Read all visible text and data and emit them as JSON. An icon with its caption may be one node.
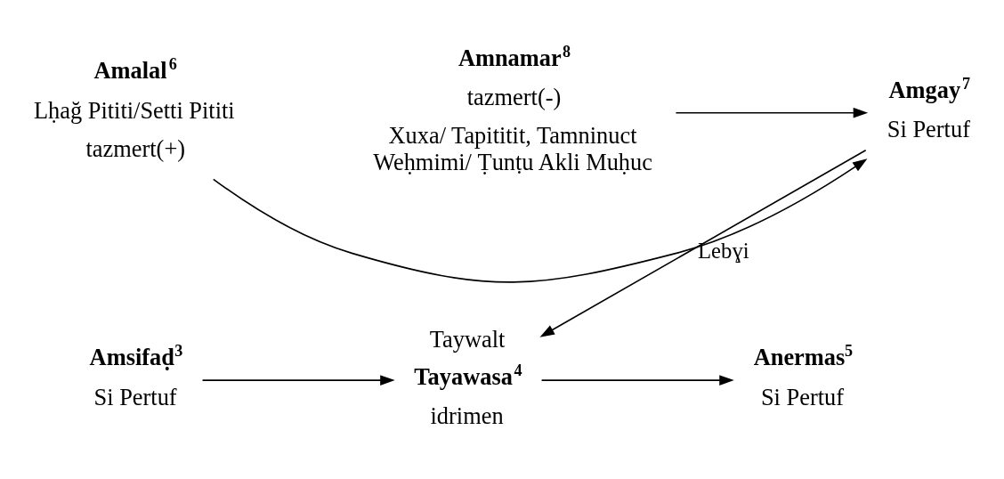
{
  "diagram": {
    "nodes": [
      {
        "text": [
          "Amsifaḍ$^{3}$",
          "Si Pertuf"
        ]
      },
      {
        "text": [
          "Tayawasa$^{4}$",
          "idrimen"
        ],
        "beside": [
          "Taywalt"
        ]
      },
      {
        "text": [
          "Anermas$^{5}$",
          "Si Pertuf"
        ]
      },
      {
        "text": [
          "Amalal$^{6}$",
          "Lḥağ Pititi/Setti Pititi",
          "tazmert(+)"
        ]
      },
      {
        "text": [
          "Amgay$^{7}$",
          "Si Pertuf"
        ]
      },
      {
        "text": [
          "Amnamar$^{8}$",
          "tazmert(-)",
          "Xuxa/ Tapititit, Tamninuct Weḥmimi/ Ṭunṭu Akli Muḥuc"
        ]
      }
    ],
    "edges": [
      {
        "from": 0,
        "to": 1,
        "arrow": "to"
      },
      {
        "from": 1,
        "to": 2,
        "arrow": "to"
      },
      {
        "from": 4,
        "to": 1,
        "arrow": "to",
        "label": "Lebɣi"
      },
      {
        "from": 3,
        "to": 4,
        "arrow": "to"
      },
      {
        "from": 5,
        "to": 4,
        "arrow": "to"
      }
    ]
  }
}
